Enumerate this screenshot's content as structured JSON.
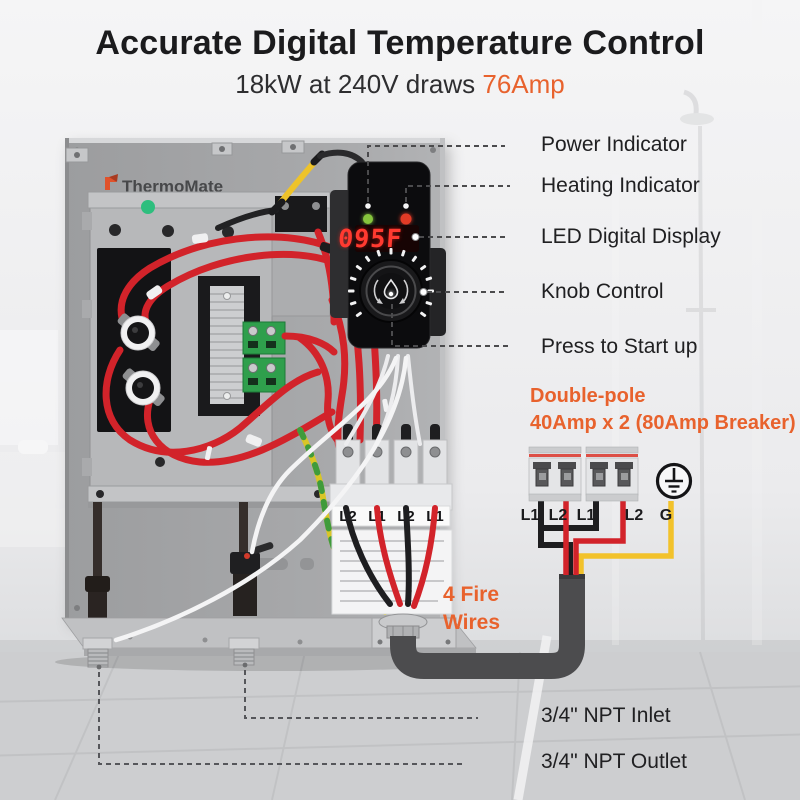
{
  "header": {
    "title": "Accurate Digital Temperature Control",
    "subtitle_prefix": "18kW at 240V draws ",
    "subtitle_highlight": "76Amp"
  },
  "device": {
    "brand": "ThermoMate",
    "display_value": "095F",
    "terminal_labels": [
      "L2",
      "L1",
      "L2",
      "L1"
    ]
  },
  "callouts": {
    "power": "Power Indicator",
    "heating": "Heating Indicator",
    "display": "LED Digital Display",
    "knob": "Knob Control",
    "start": "Press to Start up"
  },
  "breaker": {
    "heading_line1": "Double-pole",
    "heading_line2": "40Amp x 2 (80Amp Breaker)",
    "terminals": [
      "L1",
      "L2",
      "L1",
      "L2",
      "G"
    ]
  },
  "wiring": {
    "fire_wires_line1": "4 Fire",
    "fire_wires_line2": "Wires"
  },
  "plumbing": {
    "inlet": "3/4\" NPT Inlet",
    "outlet": "3/4\" NPT Outlet"
  },
  "colors": {
    "accent_orange": "#E8622D",
    "display_red": "#FF241C",
    "led_green": "#86C43C",
    "led_red": "#E23A28",
    "wire_red": "#D2232A",
    "wire_black": "#1D1D1F",
    "wire_yellow": "#F2C22B",
    "ground_green": "#3F9B3B",
    "conduit_gray": "#4C4C4E"
  }
}
